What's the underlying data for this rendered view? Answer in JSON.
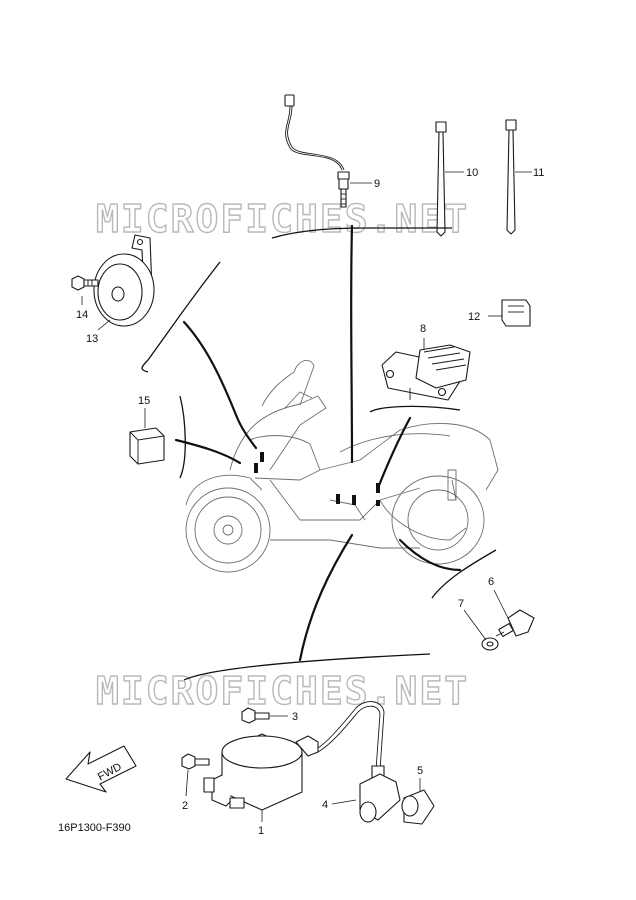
{
  "watermark": "MICROFICHES.NET",
  "diagram_code": "16P1300-F390",
  "fwd_label": "FWD",
  "callouts": [
    "1",
    "2",
    "3",
    "4",
    "5",
    "6",
    "7",
    "8",
    "9",
    "10",
    "11",
    "12",
    "13",
    "14",
    "15"
  ]
}
